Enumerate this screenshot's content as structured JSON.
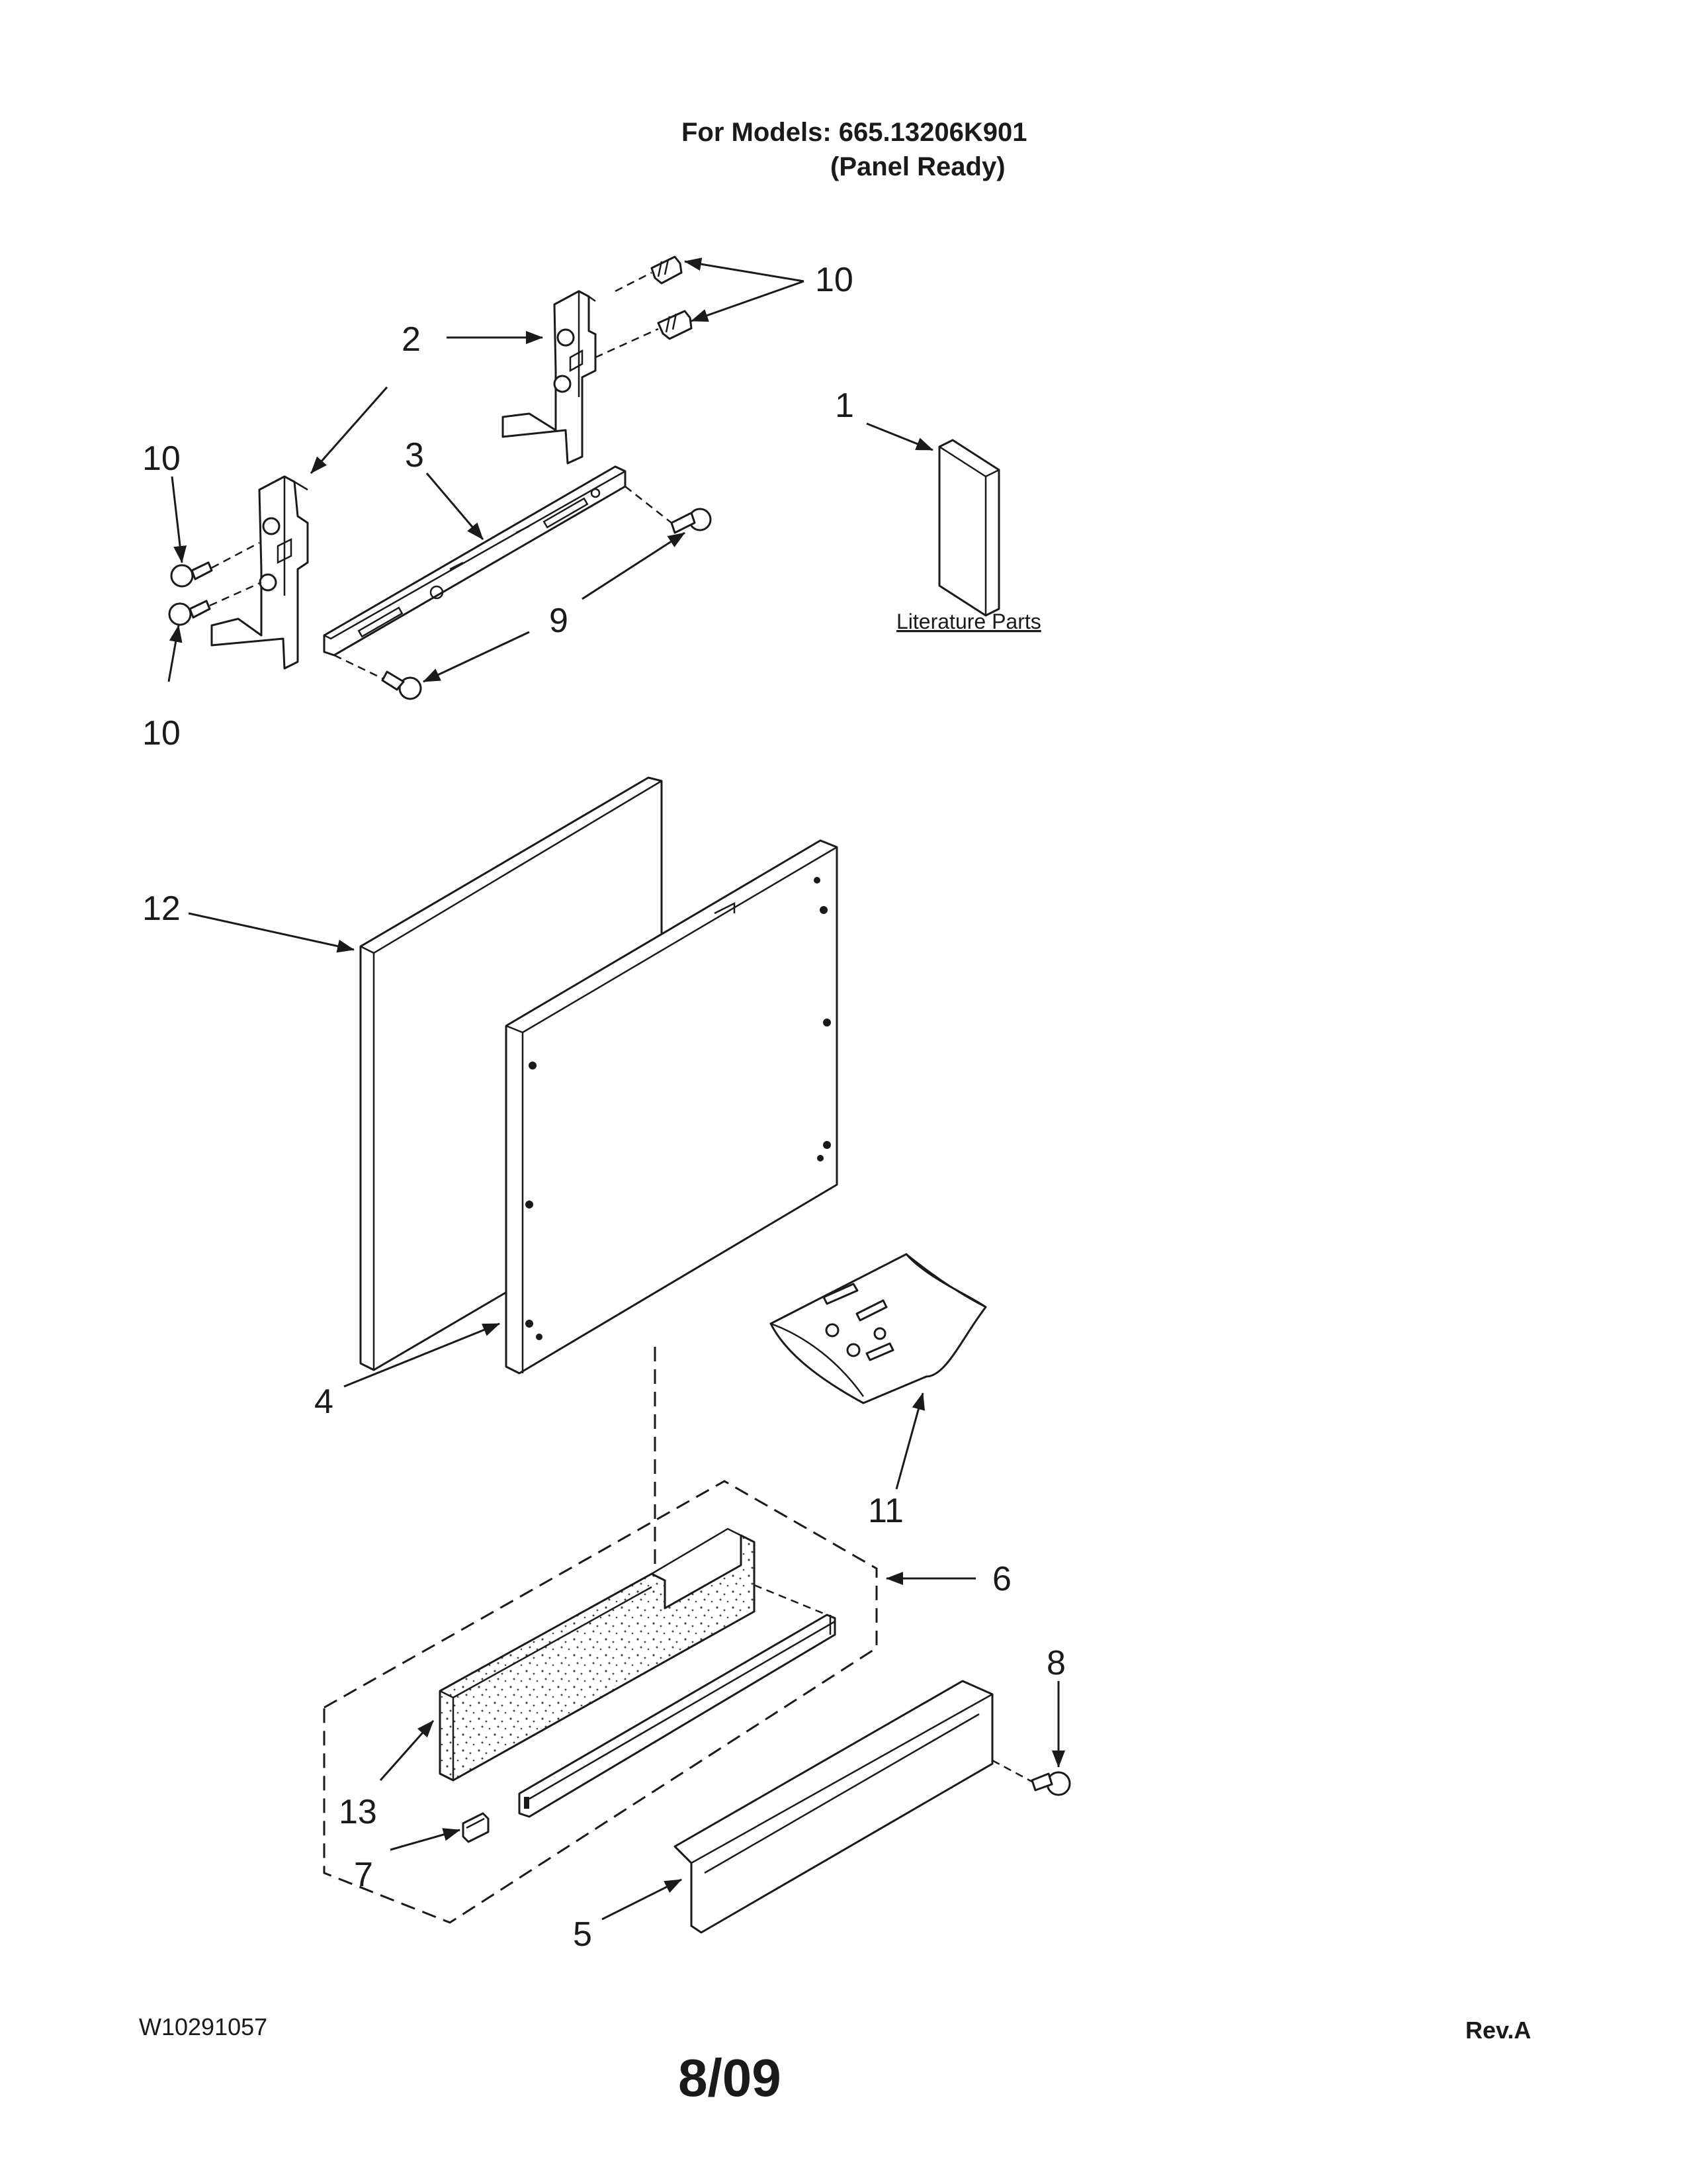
{
  "header": {
    "models_line": "For Models: 665.13206K901",
    "variant_line": "(Panel Ready)"
  },
  "callouts": {
    "c1": "1",
    "c2": "2",
    "c3": "3",
    "c4": "4",
    "c5": "5",
    "c6": "6",
    "c7": "7",
    "c8": "8",
    "c9": "9",
    "c10_top": "10",
    "c10_left_upper": "10",
    "c10_left_lower": "10",
    "c11": "11",
    "c12": "12",
    "c13": "13"
  },
  "literature_label": "Literature Parts",
  "footer": {
    "doc_number": "W10291057",
    "revision": "Rev.A",
    "date": "8/09"
  }
}
